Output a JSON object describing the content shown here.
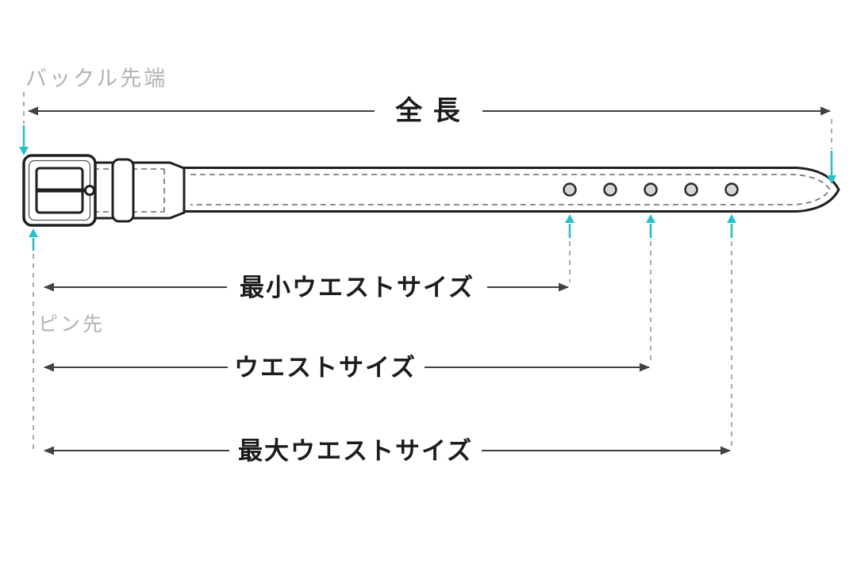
{
  "diagram": {
    "type": "belt-measurement-guide",
    "background": "#ffffff"
  },
  "colors": {
    "accent_teal": "#27c0ca",
    "measure_line": "#414141",
    "muted_label": "#b3b3b3",
    "dashed_guide": "#ababab",
    "belt_outline": "#1f1f1f",
    "text_dark": "#1c1c1c"
  },
  "labels": {
    "buckle_tip": "バックル先端",
    "pin_tip": "ピン先",
    "total_length": "全 長",
    "min_waist": "最小ウエストサイズ",
    "waist": "ウエストサイズ",
    "max_waist": "最大ウエストサイズ"
  },
  "belt": {
    "hole_count": 5
  }
}
